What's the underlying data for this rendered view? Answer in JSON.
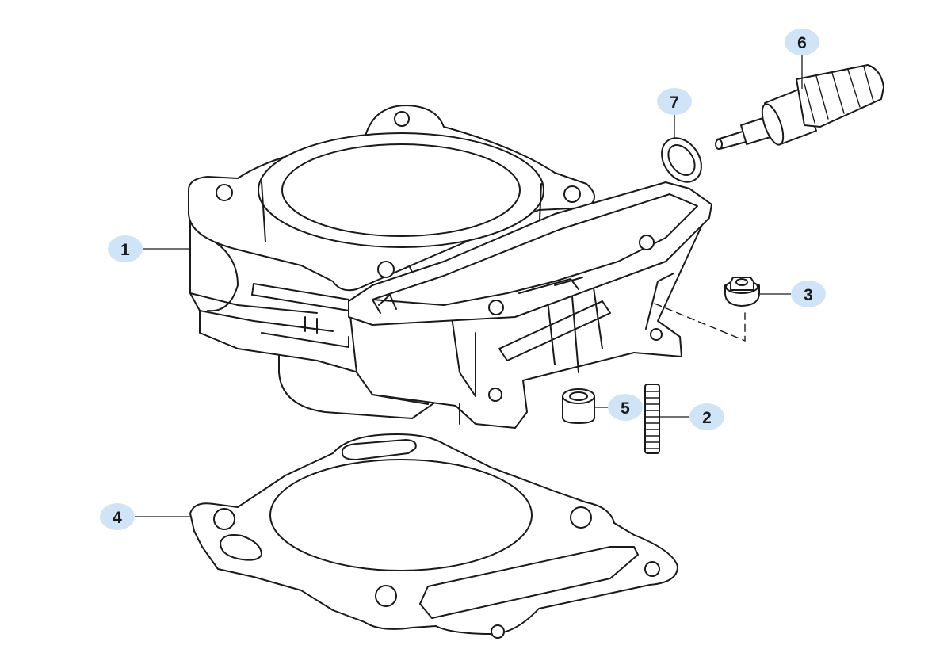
{
  "colors": {
    "callout_fill": "#cfe5f7",
    "line": "#1a1a1a",
    "background": "#ffffff"
  },
  "parts": [
    {
      "label": "1",
      "part": "cylinder"
    },
    {
      "label": "2",
      "part": "stud"
    },
    {
      "label": "3",
      "part": "nut"
    },
    {
      "label": "4",
      "part": "gasket"
    },
    {
      "label": "5",
      "part": "dowel-pin"
    },
    {
      "label": "6",
      "part": "sensor"
    },
    {
      "label": "7",
      "part": "washer"
    }
  ]
}
